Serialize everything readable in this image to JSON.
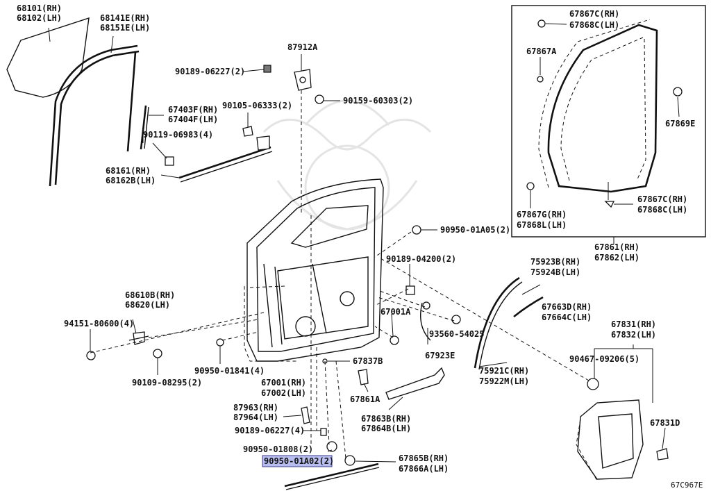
{
  "diagram_code": "67C967E",
  "highlight_color": "#b8bff0",
  "labels": {
    "l68101": "68101(RH)",
    "l68102": "68102(LH)",
    "l68141E": "68141E(RH)",
    "l68151E": "68151E(LH)",
    "l87912A": "87912A",
    "l9018906227a": "90189-06227(2)",
    "l9015960303": "90159-60303(2)",
    "l67403F": "67403F(RH)",
    "l67404F": "67404F(LH)",
    "l9010506333": "90105-06333(2)",
    "l9011906983": "90119-06983(4)",
    "l68161": "68161(RH)",
    "l68162B": "68162B(LH)",
    "l9095001A05": "90950-01A05(2)",
    "l9018904200": "90189-04200(2)",
    "l68610B": "68610B(RH)",
    "l68620": "68620(LH)",
    "l9415180600": "94151-80600(4)",
    "l9010908295": "90109-08295(2)",
    "l9095001841": "90950-01841(4)",
    "l67001A": "67001A",
    "l9356054025": "93560-54025",
    "l67923E": "67923E",
    "l67001": "67001(RH)",
    "l67002": "67002(LH)",
    "l67837B": "67837B",
    "l67861A": "67861A",
    "l87963": "87963(RH)",
    "l87964": "87964(LH)",
    "l9018906227b": "90189-06227(4)",
    "l67863B": "67863B(RH)",
    "l67864B": "67864B(LH)",
    "l9095001808": "90950-01808(2)",
    "l9095001A02": "90950-01A02(2)",
    "l67865B": "67865B(RH)",
    "l67866A": "67866A(LH)",
    "l75923B": "75923B(RH)",
    "l75924B": "75924B(LH)",
    "l67663D": "67663D(RH)",
    "l67664C": "67664C(LH)",
    "l75921C": "75921C(RH)",
    "l75922M": "75922M(LH)",
    "l67831": "67831(RH)",
    "l67832": "67832(LH)",
    "l9046709206": "90467-09206(5)",
    "l67831D": "67831D",
    "l67867Ca": "67867C(RH)",
    "l67868Ca": "67868C(LH)",
    "l67867A": "67867A",
    "l67869E": "67869E",
    "l67867G": "67867G(RH)",
    "l67868L": "67868L(LH)",
    "l67867Cb": "67867C(RH)",
    "l67868Cb": "67868C(LH)",
    "l67861": "67861(RH)",
    "l67862": "67862(LH)"
  }
}
